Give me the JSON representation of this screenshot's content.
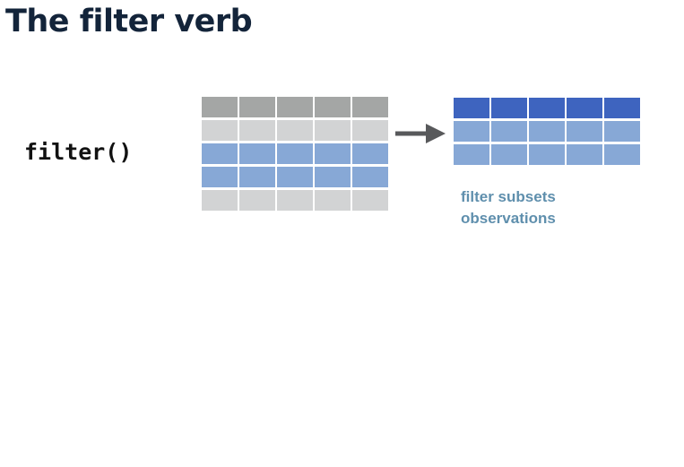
{
  "title": "The filter verb",
  "function_label": "filter()",
  "caption": {
    "line1": "filter subsets",
    "line2": "observations"
  },
  "colors": {
    "header_gray": "#a4a6a5",
    "row_light_gray": "#d2d3d4",
    "row_selected_blue": "#87a8d6",
    "header_blue": "#3e64bf",
    "arrow": "#58595b",
    "caption": "#5f8fad",
    "title": "#13243a"
  },
  "input_table": {
    "columns": 5,
    "rows": [
      "header",
      "unselected",
      "selected",
      "selected",
      "unselected"
    ]
  },
  "output_table": {
    "columns": 5,
    "rows": [
      "header",
      "selected",
      "selected"
    ]
  },
  "icons": {
    "arrow": "right-arrow-icon"
  }
}
